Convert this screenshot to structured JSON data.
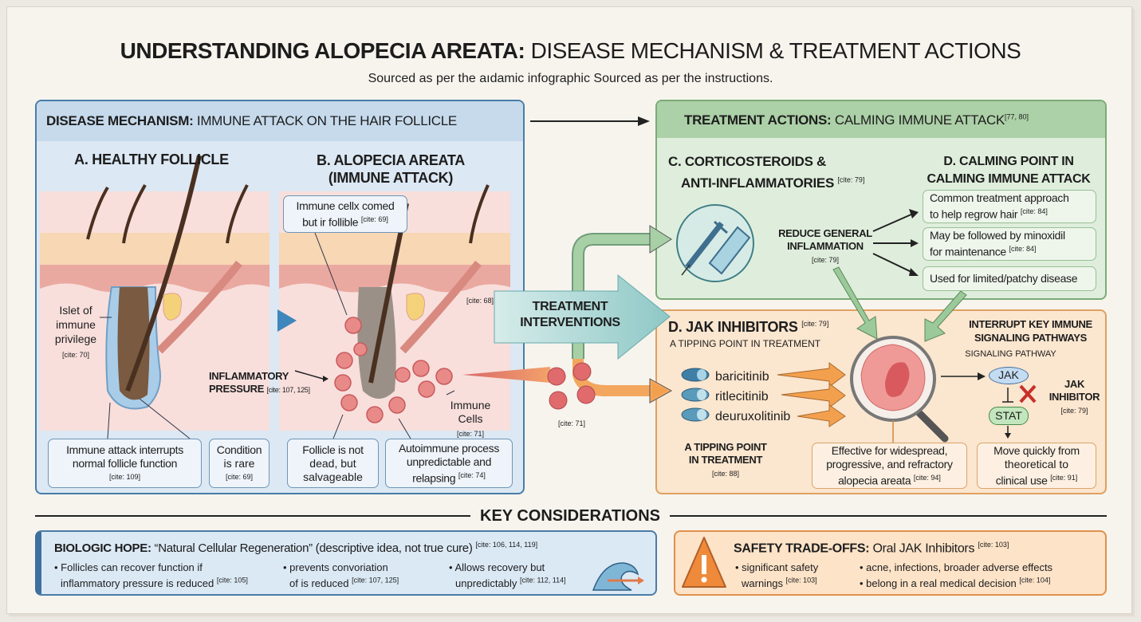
{
  "title": {
    "bold": "UNDERSTANDING ALOPECIA AREATA:",
    "rest": "DISEASE MECHANISM & TREATMENT ACTIONS"
  },
  "subtitle": "Sourced as per the aıdamic infographic Sourced as per the instructions.",
  "mechanism": {
    "header_bold": "DISEASE MECHANISM:",
    "header_rest": "IMMUNE ATTACK ON THE HAIR FOLLICLE",
    "a_title": "A. HEALTHY FOLLICLE",
    "b_title_1": "B. ALOPECIA AREATA",
    "b_title_2": "(IMMUNE ATTACK)",
    "callout_1": "Immune cellx comed",
    "callout_2": "but ir follible",
    "callout_cite": "[cite: 69]",
    "islet_1": "Islet of",
    "islet_2": "immune",
    "islet_3": "privilege",
    "islet_cite": "[cite: 70]",
    "cite_68": "[cite: 68]",
    "pressure_1": "INFLAMMATORY",
    "pressure_2": "PRESSURE",
    "pressure_cite": "[cite: 107, 125]",
    "cells_1": "Immune",
    "cells_2": "Cells",
    "cells_cite": "[cite: 71]",
    "boxes": [
      {
        "l1": "Immune attack interrupts",
        "l2": "normal follicle function",
        "cite": "[cite: 109]"
      },
      {
        "l1": "Condition",
        "l2": "is rare",
        "cite": "[cite: 69]"
      },
      {
        "l1": "Follicle is not",
        "l2": "dead, but",
        "l3": "salvageable"
      },
      {
        "l1": "Autoimmune process",
        "l2": "unpredictable and",
        "l3": "relapsing",
        "cite": "[cite: 74]"
      }
    ]
  },
  "interventions": {
    "l1": "TREATMENT",
    "l2": "INTERVENTIONS",
    "cite": "[cite: 71]"
  },
  "treatment": {
    "header_bold": "TREATMENT ACTIONS:",
    "header_rest": "CALMING IMMUNE ATTACK",
    "header_cite": "[77, 80]",
    "c_title_1": "C. CORTICOSTEROIDS &",
    "c_title_2": "ANTI-INFLAMMATORIES",
    "c_cite": "[cite: 79]",
    "reduce_1": "REDUCE GENERAL",
    "reduce_2": "INFLAMMATION",
    "reduce_cite": "[cite: 79]",
    "d_title_1": "D. CALMING POINT IN",
    "d_title_2": "CALMING IMMUNE ATTACK",
    "boxes": [
      {
        "l1": "Common treatment approach",
        "l2": "to help regrow hair",
        "cite": "[cite: 84]"
      },
      {
        "l1": "May be followed by minoxidil",
        "l2": "for maintenance",
        "cite": "[cite: 84]"
      },
      {
        "l1": "Used for limited/patchy disease"
      }
    ]
  },
  "jak": {
    "title": "D.  JAK INHIBITORS",
    "title_cite": "[cite: 79]",
    "subtitle": "A TIPPING POINT IN TREATMENT",
    "drugs": [
      "baricitinib",
      "ritlecitinib",
      "deuruxolitinib"
    ],
    "tipping_1": "A TIPPING POINT",
    "tipping_2": "IN TREATMENT",
    "tipping_cite": "[cite: 88]",
    "interrupt_1": "INTERRUPT KEY IMMUNE",
    "interrupt_2": "SIGNALING PATHWAYS",
    "pathway": "SIGNALING PATHWAY",
    "jak": "JAK",
    "stat": "STAT",
    "inhibitor_1": "JAK",
    "inhibitor_2": "INHIBITOR",
    "inhibitor_cite": "[cite: 79]",
    "effective": {
      "l1": "Effective for widespread,",
      "l2": "progressive, and refractory",
      "l3": "alopecia areata",
      "cite": "[cite: 94]"
    },
    "move": {
      "l1": "Move quickly from",
      "l2": "theoretical to",
      "l3": "clinical use",
      "cite": "[cite: 91]"
    }
  },
  "key": {
    "title": "KEY CONSIDERATIONS"
  },
  "hope": {
    "bold": "BIOLOGIC HOPE:",
    "rest": "“Natural Cellular Regeneration” (descriptive idea, not true cure)",
    "cite": "[cite: 106, 114, 119]",
    "bullets": [
      {
        "l1": "• Follicles can recover function if",
        "l2": "inflammatory pressure is reduced",
        "cite": "[cite: 105]"
      },
      {
        "l1": "• prevents convoriation",
        "l2": "of is reduced",
        "cite": "[cite: 107, 125]"
      },
      {
        "l1": "• Allows recovery but",
        "l2": "unpredictably",
        "cite": "[cite: 112, 114]"
      }
    ]
  },
  "safety": {
    "bold": "SAFETY TRADE-OFFS:",
    "rest": "Oral JAK Inhibitors",
    "cite": "[cite: 103]",
    "b1": {
      "l1": "• significant safety",
      "l2": "warnings",
      "cite": "[cite: 103]"
    },
    "b2": "• acne, infections, broader adverse effects",
    "b3": "• belong in a real medical decision",
    "b3_cite": "[cite: 104]"
  },
  "colors": {
    "blue": "#4a7ca8",
    "green": "#7aab77",
    "orange": "#e0904a",
    "cell": "#d9686a"
  }
}
